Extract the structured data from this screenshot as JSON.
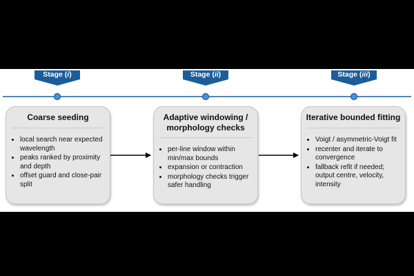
{
  "stages": [
    {
      "tag_prefix": "Stage (",
      "tag_numeral": "i",
      "tag_suffix": ")",
      "title": "Coarse seeding",
      "bullets": [
        "local search near expected wavelength",
        "peaks ranked by proximity and depth",
        "offset guard and close-pair split"
      ]
    },
    {
      "tag_prefix": "Stage (",
      "tag_numeral": "ii",
      "tag_suffix": ")",
      "title_line1": "Adaptive windowing /",
      "title_line2": "morphology checks",
      "bullets": [
        "per-line window within min/max bounds",
        "expansion or contraction",
        "morphology checks trigger safer handling"
      ]
    },
    {
      "tag_prefix": "Stage (",
      "tag_numeral": "iii",
      "tag_suffix": ")",
      "title": "Iterative bounded fitting",
      "bullets": [
        "Voigt / asymmetric-Voigt fit",
        "recenter and iterate to convergence",
        "fallback refit if needed; output centre, velocity, intensity"
      ]
    }
  ],
  "colors": {
    "accent": "#1c5d99",
    "card_fill": "#e6e6e6",
    "background": "#000000",
    "canvas": "#ffffff"
  }
}
